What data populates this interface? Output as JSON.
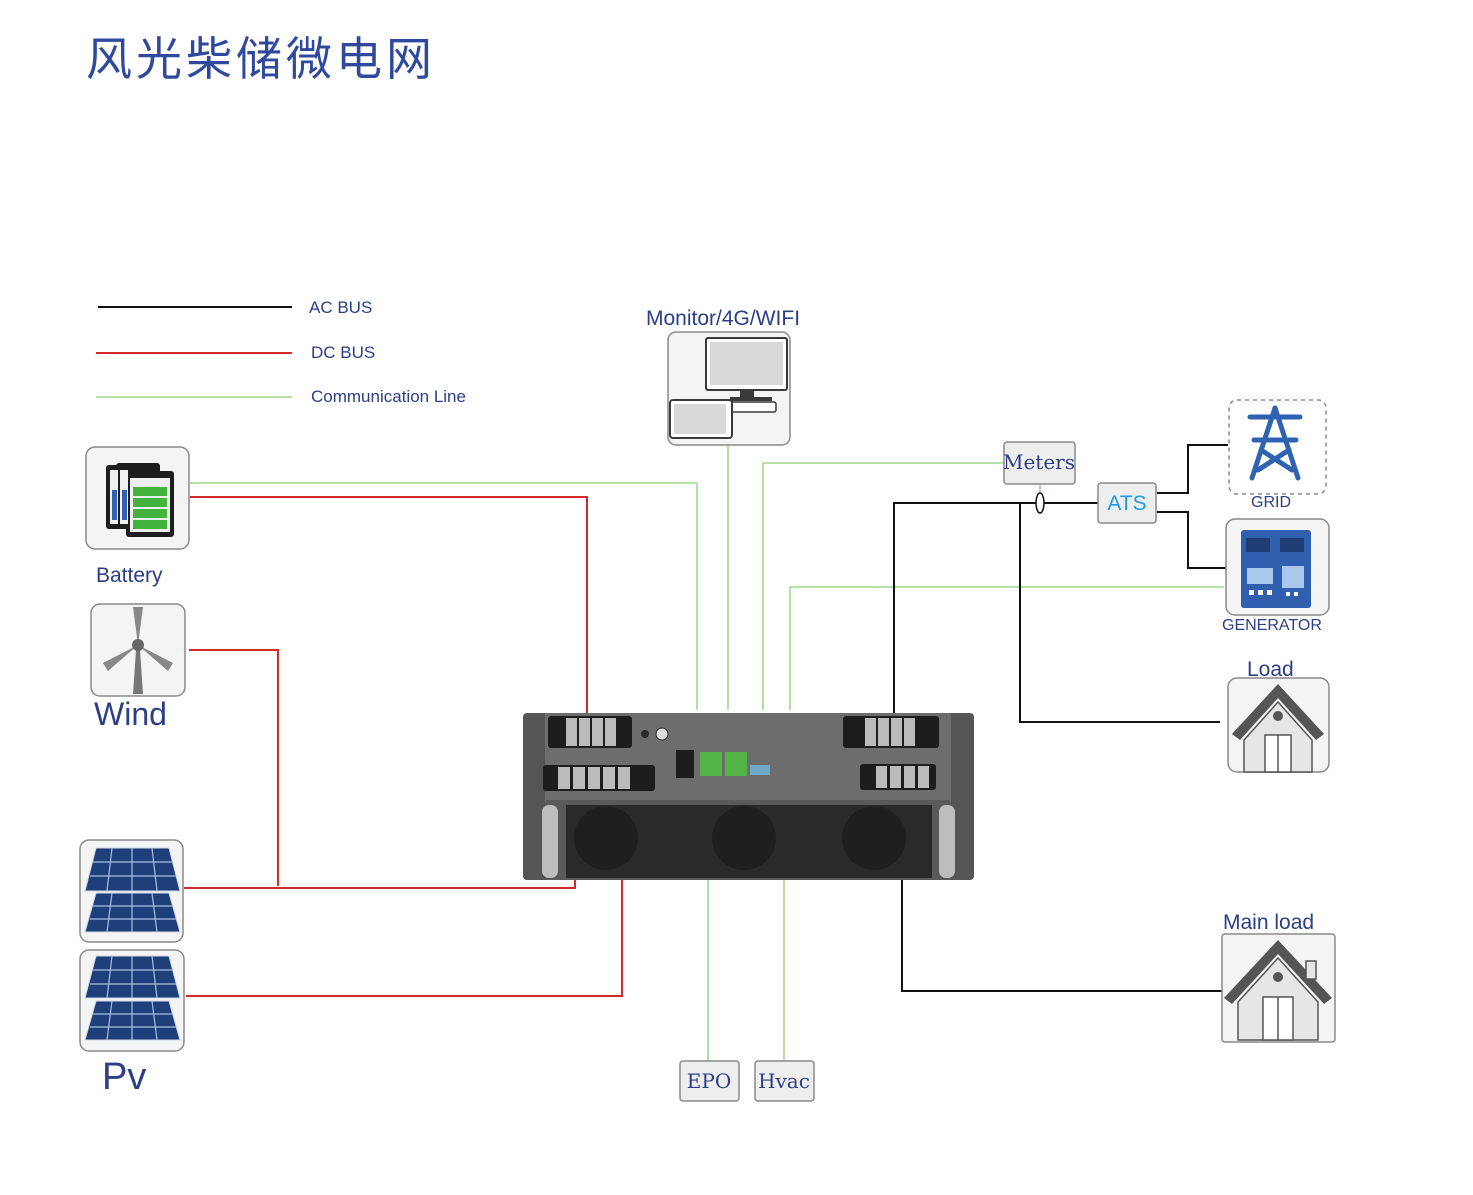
{
  "title": "风光柴储微电网",
  "legend": {
    "ac_bus": "AC BUS",
    "dc_bus": "DC BUS",
    "comm_line": "Communication Line",
    "colors": {
      "ac": "#111111",
      "dc": "#d42a2a",
      "comm": "#8ccf76"
    }
  },
  "nodes": {
    "monitor": "Monitor/4G/WIFI",
    "battery": "Battery",
    "wind": "Wind",
    "pv": "Pv",
    "meters": "Meters",
    "ats": "ATS",
    "grid": "GRID",
    "generator": "GENERATOR",
    "load": "Load",
    "main_load": "Main load",
    "epo": "EPO",
    "hvac": "Hvac"
  },
  "icons": [
    "monitor-icon",
    "battery-icon",
    "wind-turbine-icon",
    "solar-panel-icon",
    "transmission-tower-icon",
    "generator-icon",
    "house-icon",
    "inverter-cabinet-icon"
  ]
}
